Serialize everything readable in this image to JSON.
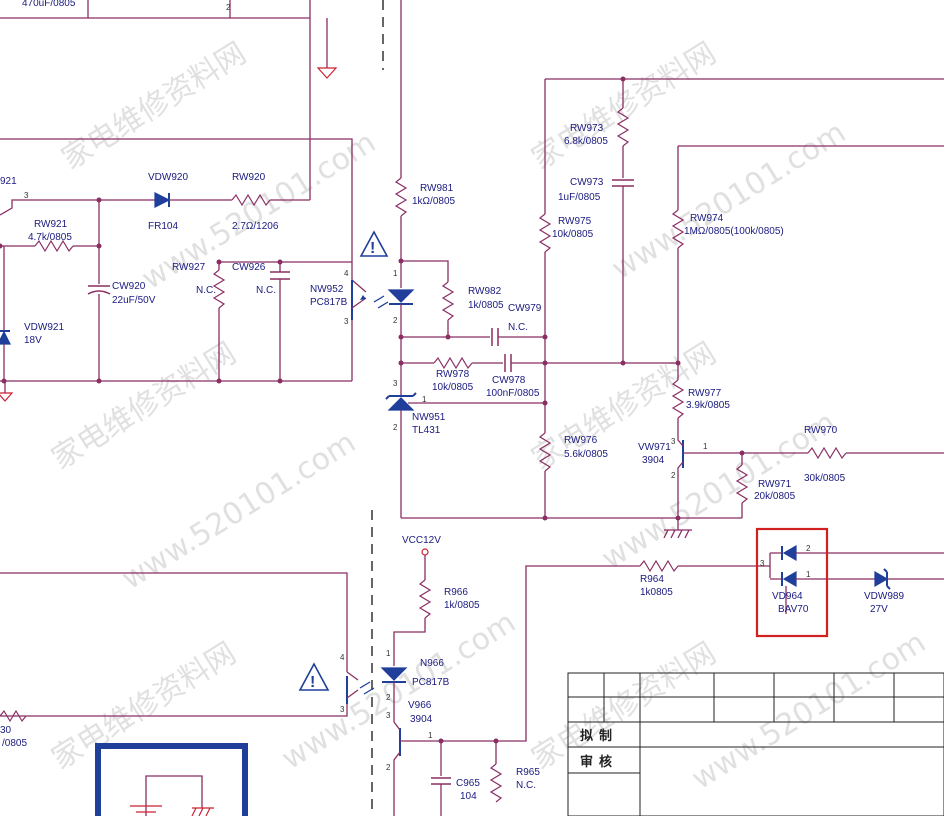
{
  "labels": {
    "vdw920": "VDW920",
    "fr104": "FR104",
    "rw920": "RW920",
    "rw920_val": "2.7Ω/1206",
    "rw921": "RW921",
    "rw921_val": "4.7k/0805",
    "q921": "921",
    "cw920": "CW920",
    "cw920_val": "22uF/50V",
    "rw927": "RW927",
    "rw927_val": "N.C.",
    "cw926": "CW926",
    "cw926_val": "N.C.",
    "vdw921": "VDW921",
    "vdw921_val": "18V",
    "nw952": "NW952",
    "nw952_val": "PC817B",
    "rw981": "RW981",
    "rw981_val": "1kΩ/0805",
    "rw982": "RW982",
    "rw982_val": "1k/0805",
    "cw979": "CW979",
    "cw979_val": "N.C.",
    "rw978": "RW978",
    "rw978_val": "10k/0805",
    "cw978": "CW978",
    "cw978_val": "100nF/0805",
    "nw951": "NW951",
    "nw951_val": "TL431",
    "rw973": "RW973",
    "rw973_val": "6.8k/0805",
    "cw973": "CW973",
    "cw973_val": "1uF/0805",
    "rw975": "RW975",
    "rw975_val": "10k/0805",
    "rw974": "RW974",
    "rw974_val": "1MΩ/0805(100k/0805)",
    "rw976": "RW976",
    "rw976_val": "5.6k/0805",
    "rw977": "RW977",
    "rw977_val": "3.9k/0805",
    "vw971": "VW971",
    "vw971_val": "3904",
    "rw970": "RW970",
    "rw970_val": "30k/0805",
    "rw971": "RW971",
    "rw971_val": "20k/0805",
    "vcc12v": "VCC12V",
    "r966": "R966",
    "r966_val": "1k/0805",
    "n966": "N966",
    "n966_val": "PC817B",
    "v966": "V966",
    "v966_val": "3904",
    "r964": "R964",
    "r964_val": "1k0805",
    "vd964": "VD964",
    "vd964_val": "BAV70",
    "vdw989": "VDW989",
    "vdw989_val": "27V",
    "c965": "C965",
    "c965_val": "104",
    "r965": "R965",
    "r965_val": "N.C.",
    "top_cap_val": "470uF/0805",
    "left_r_num": "30",
    "left_r_val": "/0805",
    "tb_draft": "拟制",
    "tb_review": "审核"
  },
  "watermarks": {
    "cn": "家电维修资料网",
    "url": "www.520101.com"
  },
  "colors": {
    "wire": "#8a2e63",
    "component": "#1f3f9a",
    "highlight_red": "#d02020",
    "highlight_blue": "#1f3f9a"
  }
}
